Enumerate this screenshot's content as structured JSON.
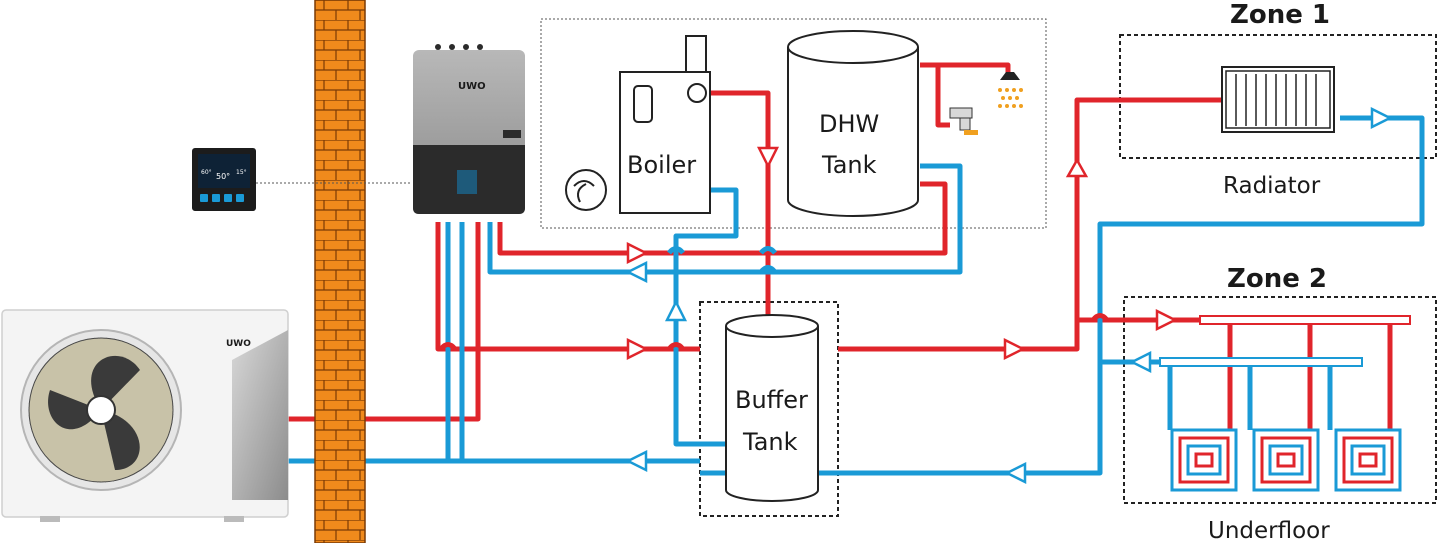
{
  "labels": {
    "zone1": "Zone 1",
    "zone2": "Zone 2",
    "radiator": "Radiator",
    "underfloor": "Underfloor",
    "boiler": "Boiler",
    "dhw_line1": "DHW",
    "dhw_line2": "Tank",
    "buffer_line1": "Buffer",
    "buffer_line2": "Tank",
    "brand_outdoor": "UWO",
    "brand_indoor": "UWO"
  },
  "controller": {
    "temp_main": "50°",
    "temp_left": "60°",
    "temp_right": "15°"
  },
  "colors": {
    "hot": "#e0252b",
    "cold": "#1a9ad6",
    "brick": "#f08a1c",
    "unit_dark": "#2b2b2b"
  }
}
